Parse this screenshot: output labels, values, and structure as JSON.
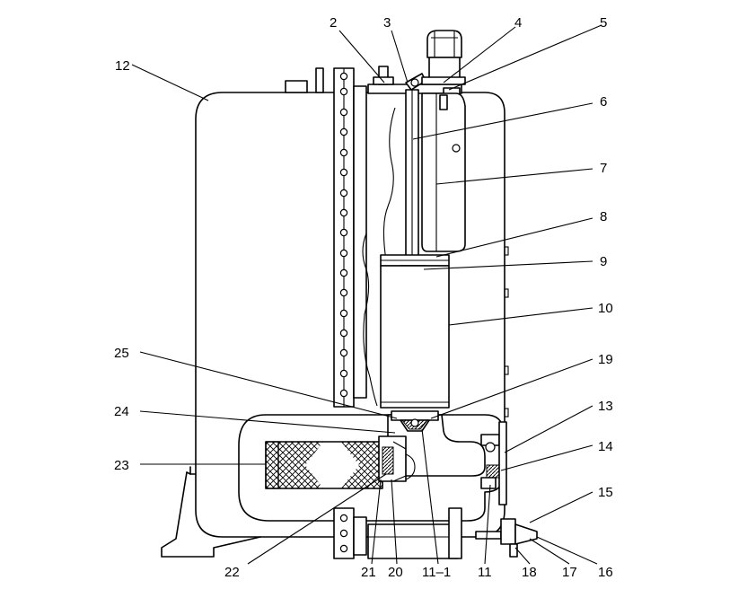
{
  "callouts": {
    "c2": "2",
    "c3": "3",
    "c4": "4",
    "c5": "5",
    "c6": "6",
    "c7": "7",
    "c8": "8",
    "c9": "9",
    "c10": "10",
    "c11": "11",
    "c11_1": "11–1",
    "c12": "12",
    "c13": "13",
    "c14": "14",
    "c15": "15",
    "c16": "16",
    "c17": "17",
    "c18": "18",
    "c19": "19",
    "c20": "20",
    "c21": "21",
    "c22": "22",
    "c23": "23",
    "c24": "24",
    "c25": "25"
  }
}
